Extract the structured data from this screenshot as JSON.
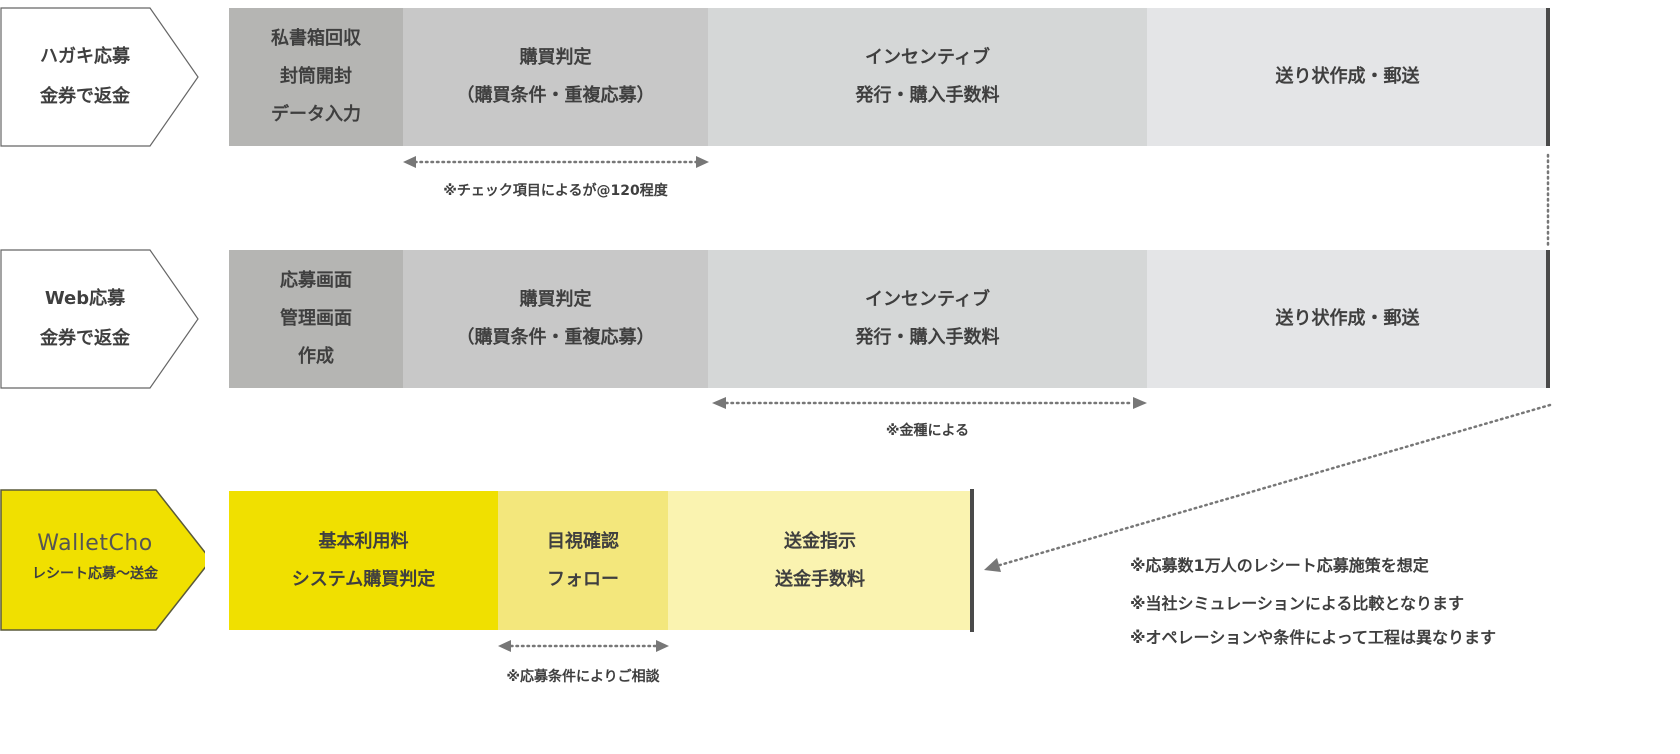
{
  "rows": [
    {
      "label": [
        "ハガキ応募",
        "金券で返金"
      ],
      "segments": [
        {
          "lines": [
            "私書箱回収",
            "封筒開封",
            "データ入力"
          ]
        },
        {
          "lines": [
            "購買判定",
            "（購買条件・重複応募）"
          ]
        },
        {
          "lines": [
            "インセンティブ",
            "発行・購入手数料"
          ]
        },
        {
          "lines": [
            "送り状作成・郵送"
          ]
        }
      ],
      "note": "※チェック項目によるが@120程度"
    },
    {
      "label": [
        "Web応募",
        "金券で返金"
      ],
      "segments": [
        {
          "lines": [
            "応募画面",
            "管理画面",
            "作成"
          ]
        },
        {
          "lines": [
            "購買判定",
            "（購買条件・重複応募）"
          ]
        },
        {
          "lines": [
            "インセンティブ",
            "発行・購入手数料"
          ]
        },
        {
          "lines": [
            "送り状作成・郵送"
          ]
        }
      ],
      "note": "※金種による"
    },
    {
      "logo": "WalletCho",
      "label": [
        "レシート応募〜送金"
      ],
      "segments": [
        {
          "lines": [
            "基本利用料",
            "システム購買判定"
          ]
        },
        {
          "lines": [
            "目視確認",
            "フォロー"
          ]
        },
        {
          "lines": [
            "送金指示",
            "送金手数料"
          ]
        }
      ],
      "note": "※応募条件によりご相談"
    }
  ],
  "remarks": [
    "※応募数1万人のレシート応募施策を想定",
    "※当社シミュレーションによる比較となります",
    "※オペレーションや条件によって工程は異なります"
  ],
  "colors": {
    "gray1": "#b5b5b3",
    "gray2": "#c8c8c8",
    "gray3": "#d5d7d7",
    "gray4": "#e4e5e7",
    "yellow1": "#f0e000",
    "yellow2": "#f3e77c",
    "yellow3": "#faf3b0"
  }
}
